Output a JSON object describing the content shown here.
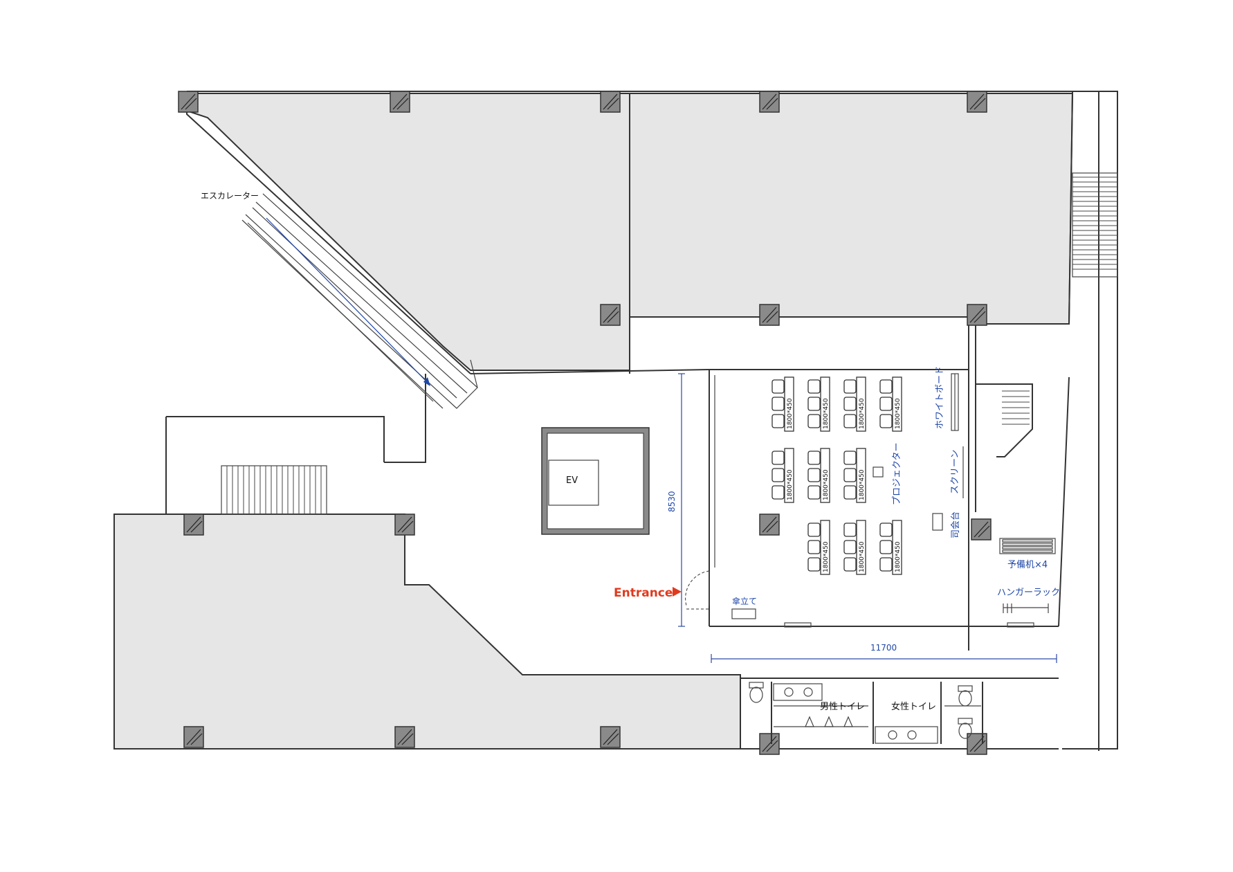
{
  "labels": {
    "escalator": "エスカレーター",
    "ev": "EV",
    "entrance": "Entrance",
    "umbrella_stand": "傘立て",
    "whiteboard": "ホワイトボード",
    "screen": "スクリーン",
    "projector": "プロジェクター",
    "podium": "司会台",
    "spare_desks": "予備机×4",
    "hanger_rack": "ハンガーラック",
    "mens_toilet": "男性トイレ",
    "womens_toilet": "女性トイレ"
  },
  "dimensions": {
    "room_depth": "8530",
    "room_width": "11700"
  },
  "desk_size_label": "1800*450",
  "desk_rows": [
    {
      "desks": 4
    },
    {
      "desks": 3
    },
    {
      "desks": 3
    }
  ],
  "colors": {
    "annotation_blue": "#1f47a8",
    "entrance_red": "#e03a1e",
    "room_fill": "#e6e6e6",
    "column_fill": "#8a8a8a"
  }
}
